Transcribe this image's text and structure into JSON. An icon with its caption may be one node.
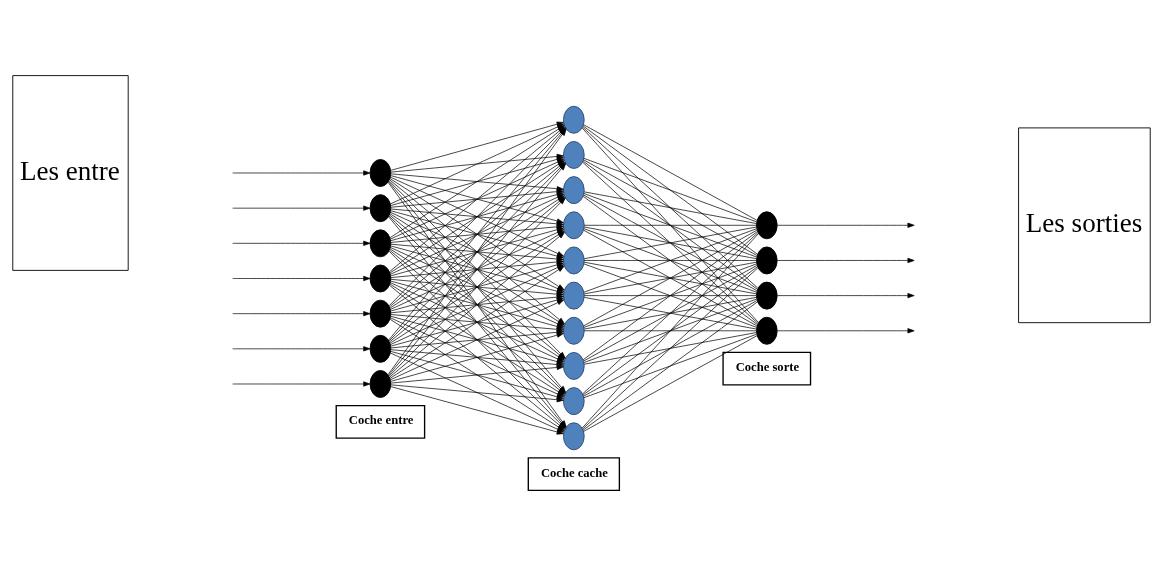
{
  "diagram": {
    "nodes": [
      {
        "text": [
          "Les entre"
        ]
      },
      {
        "text": [],
        "shape": "circle"
      },
      {
        "text": [],
        "shape": "circle"
      },
      {
        "text": [],
        "shape": "circle"
      },
      {
        "text": [],
        "shape": "circle"
      },
      {
        "text": [],
        "shape": "circle"
      },
      {
        "text": [],
        "shape": "circle"
      },
      {
        "text": [],
        "shape": "circle"
      },
      {
        "text": [],
        "shape": "circle"
      },
      {
        "text": [],
        "shape": "circle"
      },
      {
        "text": [],
        "shape": "circle"
      },
      {
        "text": [],
        "shape": "circle"
      },
      {
        "text": [],
        "shape": "circle"
      },
      {
        "text": [],
        "shape": "circle"
      },
      {
        "text": [],
        "shape": "circle"
      },
      {
        "text": [],
        "shape": "circle"
      },
      {
        "text": [],
        "shape": "circle"
      },
      {
        "text": [],
        "shape": "circle"
      },
      {
        "text": [],
        "shape": "circle"
      },
      {
        "text": [],
        "shape": "circle"
      },
      {
        "text": [],
        "shape": "circle"
      },
      {
        "text": [],
        "shape": "circle"
      },
      {
        "text": [
          "Les sorties"
        ]
      },
      {
        "text": [
          "Coche entre"
        ]
      },
      {
        "text": [
          "Coche cache"
        ]
      },
      {
        "text": [
          "Coche sorte"
        ]
      }
    ],
    "edges": [
      {
        "from": null,
        "to": 1,
        "arrow": "to"
      },
      {
        "from": null,
        "to": 2,
        "arrow": "to"
      },
      {
        "from": null,
        "to": 3,
        "arrow": "to"
      },
      {
        "from": null,
        "to": 4,
        "arrow": "to"
      },
      {
        "from": null,
        "to": 5,
        "arrow": "to"
      },
      {
        "from": null,
        "to": 6,
        "arrow": "to"
      },
      {
        "from": null,
        "to": 7,
        "arrow": "to"
      },
      {
        "from": 1,
        "to": 8,
        "arrow": "to"
      },
      {
        "from": 1,
        "to": 9,
        "arrow": "to"
      },
      {
        "from": 1,
        "to": 10,
        "arrow": "to"
      },
      {
        "from": 1,
        "to": 11,
        "arrow": "to"
      },
      {
        "from": 1,
        "to": 12,
        "arrow": "to"
      },
      {
        "from": 1,
        "to": 13,
        "arrow": "to"
      },
      {
        "from": 1,
        "to": 14,
        "arrow": "to"
      },
      {
        "from": 1,
        "to": 15,
        "arrow": "to"
      },
      {
        "from": 1,
        "to": 16,
        "arrow": "to"
      },
      {
        "from": 1,
        "to": 17,
        "arrow": "to"
      },
      {
        "from": 2,
        "to": 8,
        "arrow": "to"
      },
      {
        "from": 2,
        "to": 9,
        "arrow": "to"
      },
      {
        "from": 2,
        "to": 10,
        "arrow": "to"
      },
      {
        "from": 2,
        "to": 11,
        "arrow": "to"
      },
      {
        "from": 2,
        "to": 12,
        "arrow": "to"
      },
      {
        "from": 2,
        "to": 13,
        "arrow": "to"
      },
      {
        "from": 2,
        "to": 14,
        "arrow": "to"
      },
      {
        "from": 2,
        "to": 15,
        "arrow": "to"
      },
      {
        "from": 2,
        "to": 16,
        "arrow": "to"
      },
      {
        "from": 2,
        "to": 17,
        "arrow": "to"
      },
      {
        "from": 3,
        "to": 8,
        "arrow": "to"
      },
      {
        "from": 3,
        "to": 9,
        "arrow": "to"
      },
      {
        "from": 3,
        "to": 10,
        "arrow": "to"
      },
      {
        "from": 3,
        "to": 11,
        "arrow": "to"
      },
      {
        "from": 3,
        "to": 12,
        "arrow": "to"
      },
      {
        "from": 3,
        "to": 13,
        "arrow": "to"
      },
      {
        "from": 3,
        "to": 14,
        "arrow": "to"
      },
      {
        "from": 3,
        "to": 15,
        "arrow": "to"
      },
      {
        "from": 3,
        "to": 16,
        "arrow": "to"
      },
      {
        "from": 3,
        "to": 17,
        "arrow": "to"
      },
      {
        "from": 4,
        "to": 8,
        "arrow": "to"
      },
      {
        "from": 4,
        "to": 9,
        "arrow": "to"
      },
      {
        "from": 4,
        "to": 10,
        "arrow": "to"
      },
      {
        "from": 4,
        "to": 11,
        "arrow": "to"
      },
      {
        "from": 4,
        "to": 12,
        "arrow": "to"
      },
      {
        "from": 4,
        "to": 13,
        "arrow": "to"
      },
      {
        "from": 4,
        "to": 14,
        "arrow": "to"
      },
      {
        "from": 4,
        "to": 15,
        "arrow": "to"
      },
      {
        "from": 4,
        "to": 16,
        "arrow": "to"
      },
      {
        "from": 4,
        "to": 17,
        "arrow": "to"
      },
      {
        "from": 5,
        "to": 8,
        "arrow": "to"
      },
      {
        "from": 5,
        "to": 9,
        "arrow": "to"
      },
      {
        "from": 5,
        "to": 10,
        "arrow": "to"
      },
      {
        "from": 5,
        "to": 11,
        "arrow": "to"
      },
      {
        "from": 5,
        "to": 12,
        "arrow": "to"
      },
      {
        "from": 5,
        "to": 13,
        "arrow": "to"
      },
      {
        "from": 5,
        "to": 14,
        "arrow": "to"
      },
      {
        "from": 5,
        "to": 15,
        "arrow": "to"
      },
      {
        "from": 5,
        "to": 16,
        "arrow": "to"
      },
      {
        "from": 5,
        "to": 17,
        "arrow": "to"
      },
      {
        "from": 6,
        "to": 8,
        "arrow": "to"
      },
      {
        "from": 6,
        "to": 9,
        "arrow": "to"
      },
      {
        "from": 6,
        "to": 10,
        "arrow": "to"
      },
      {
        "from": 6,
        "to": 11,
        "arrow": "to"
      },
      {
        "from": 6,
        "to": 12,
        "arrow": "to"
      },
      {
        "from": 6,
        "to": 13,
        "arrow": "to"
      },
      {
        "from": 6,
        "to": 14,
        "arrow": "to"
      },
      {
        "from": 6,
        "to": 15,
        "arrow": "to"
      },
      {
        "from": 6,
        "to": 16,
        "arrow": "to"
      },
      {
        "from": 6,
        "to": 17,
        "arrow": "to"
      },
      {
        "from": 7,
        "to": 8,
        "arrow": "to"
      },
      {
        "from": 7,
        "to": 9,
        "arrow": "to"
      },
      {
        "from": 7,
        "to": 10,
        "arrow": "to"
      },
      {
        "from": 7,
        "to": 11,
        "arrow": "to"
      },
      {
        "from": 7,
        "to": 12,
        "arrow": "to"
      },
      {
        "from": 7,
        "to": 13,
        "arrow": "to"
      },
      {
        "from": 7,
        "to": 14,
        "arrow": "to"
      },
      {
        "from": 7,
        "to": 15,
        "arrow": "to"
      },
      {
        "from": 7,
        "to": 16,
        "arrow": "to"
      },
      {
        "from": 7,
        "to": 17,
        "arrow": "to"
      },
      {
        "from": 8,
        "to": 18,
        "arrow": "none"
      },
      {
        "from": 8,
        "to": 19,
        "arrow": "none"
      },
      {
        "from": 8,
        "to": 20,
        "arrow": "none"
      },
      {
        "from": 8,
        "to": 21,
        "arrow": "none"
      },
      {
        "from": 9,
        "to": 18,
        "arrow": "none"
      },
      {
        "from": 9,
        "to": 19,
        "arrow": "none"
      },
      {
        "from": 9,
        "to": 20,
        "arrow": "none"
      },
      {
        "from": 9,
        "to": 21,
        "arrow": "none"
      },
      {
        "from": 10,
        "to": 18,
        "arrow": "none"
      },
      {
        "from": 10,
        "to": 19,
        "arrow": "none"
      },
      {
        "from": 10,
        "to": 20,
        "arrow": "none"
      },
      {
        "from": 10,
        "to": 21,
        "arrow": "none"
      },
      {
        "from": 11,
        "to": 18,
        "arrow": "none"
      },
      {
        "from": 11,
        "to": 19,
        "arrow": "none"
      },
      {
        "from": 11,
        "to": 20,
        "arrow": "none"
      },
      {
        "from": 11,
        "to": 21,
        "arrow": "none"
      },
      {
        "from": 12,
        "to": 18,
        "arrow": "none"
      },
      {
        "from": 12,
        "to": 19,
        "arrow": "none"
      },
      {
        "from": 12,
        "to": 20,
        "arrow": "none"
      },
      {
        "from": 12,
        "to": 21,
        "arrow": "none"
      },
      {
        "from": 13,
        "to": 18,
        "arrow": "none"
      },
      {
        "from": 13,
        "to": 19,
        "arrow": "none"
      },
      {
        "from": 13,
        "to": 20,
        "arrow": "none"
      },
      {
        "from": 13,
        "to": 21,
        "arrow": "none"
      },
      {
        "from": 14,
        "to": 18,
        "arrow": "none"
      },
      {
        "from": 14,
        "to": 19,
        "arrow": "none"
      },
      {
        "from": 14,
        "to": 20,
        "arrow": "none"
      },
      {
        "from": 14,
        "to": 21,
        "arrow": "none"
      },
      {
        "from": 15,
        "to": 18,
        "arrow": "none"
      },
      {
        "from": 15,
        "to": 19,
        "arrow": "none"
      },
      {
        "from": 15,
        "to": 20,
        "arrow": "none"
      },
      {
        "from": 15,
        "to": 21,
        "arrow": "none"
      },
      {
        "from": 16,
        "to": 18,
        "arrow": "none"
      },
      {
        "from": 16,
        "to": 19,
        "arrow": "none"
      },
      {
        "from": 16,
        "to": 20,
        "arrow": "none"
      },
      {
        "from": 16,
        "to": 21,
        "arrow": "none"
      },
      {
        "from": 17,
        "to": 18,
        "arrow": "none"
      },
      {
        "from": 17,
        "to": 19,
        "arrow": "none"
      },
      {
        "from": 17,
        "to": 20,
        "arrow": "none"
      },
      {
        "from": 17,
        "to": 21,
        "arrow": "none"
      },
      {
        "from": 18,
        "to": null,
        "arrow": "to"
      },
      {
        "from": 19,
        "to": null,
        "arrow": "to"
      },
      {
        "from": 20,
        "to": null,
        "arrow": "to"
      },
      {
        "from": 21,
        "to": null,
        "arrow": "to"
      }
    ]
  }
}
